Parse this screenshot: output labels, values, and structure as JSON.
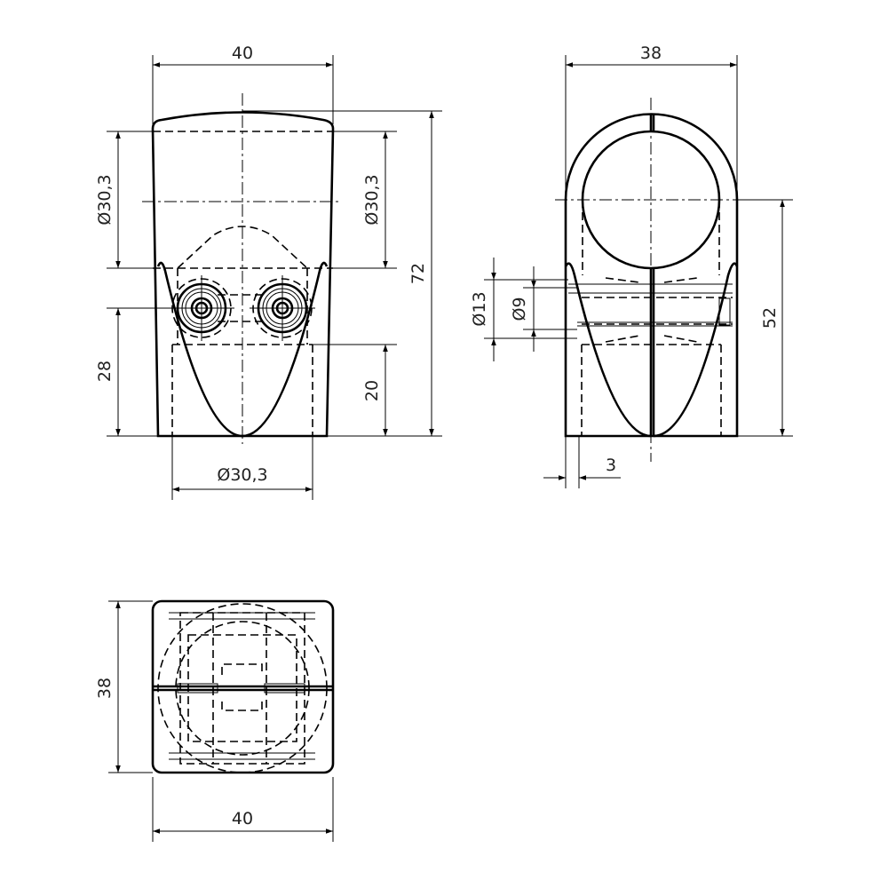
{
  "drawing": {
    "front_view": {
      "width": "40",
      "bore_left": "Ø30,3",
      "bore_right": "Ø30,3",
      "height": "72",
      "hole_height": "28",
      "lower_height": "20",
      "bottom_bore": "Ø30,3"
    },
    "side_view": {
      "width": "38",
      "height": "52",
      "hole_outer": "Ø13",
      "hole_inner": "Ø9",
      "wall_offset": "3"
    },
    "top_view": {
      "depth": "38",
      "width": "40"
    }
  },
  "colors": {
    "line": "#000000",
    "text": "#222222",
    "background": "#ffffff"
  }
}
